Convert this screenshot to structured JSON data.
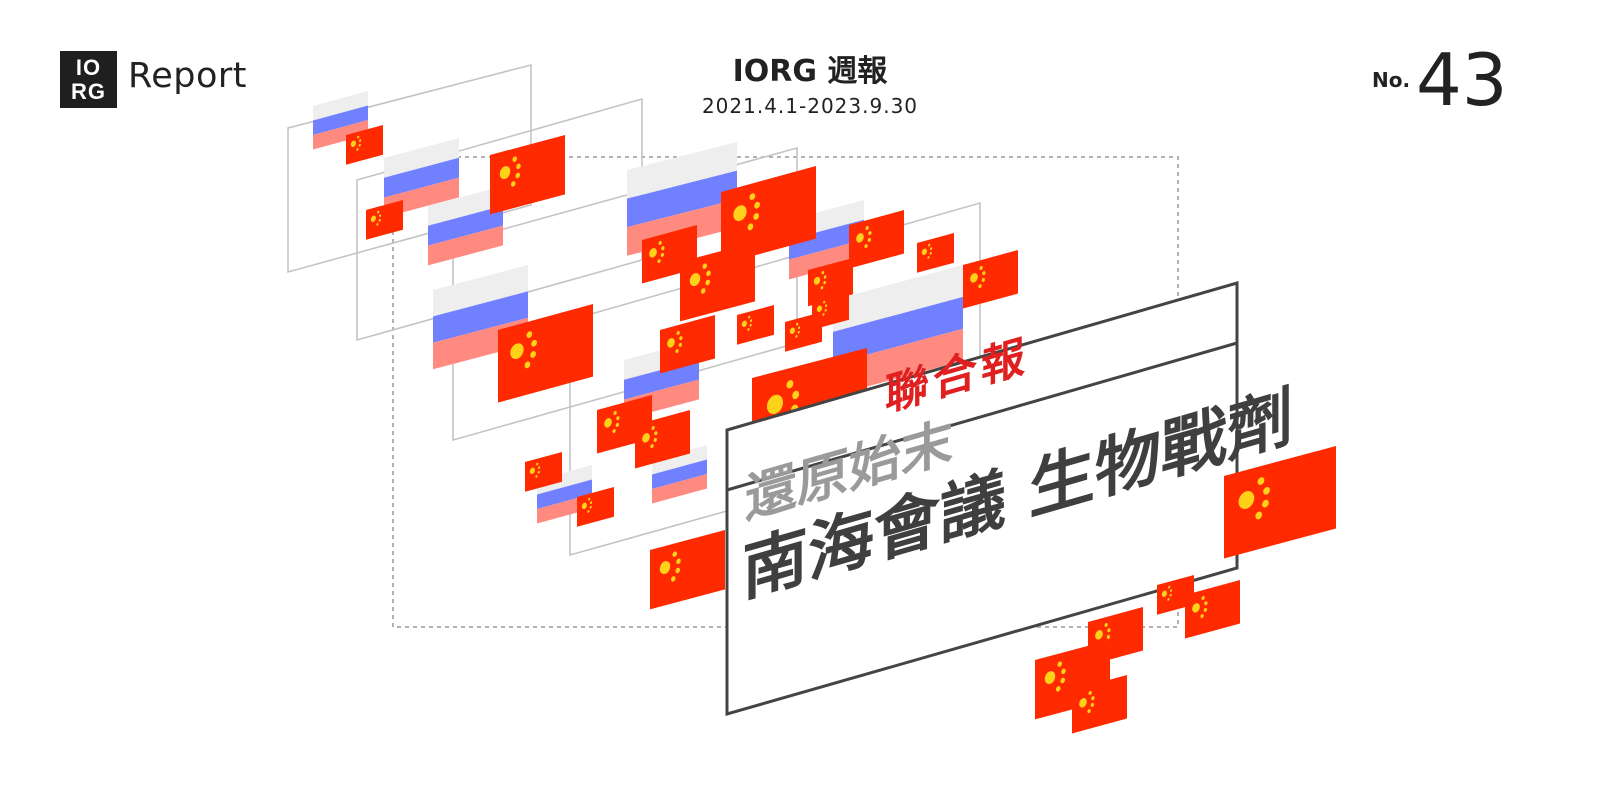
{
  "header": {
    "logo_line1": "IO",
    "logo_line2": "RG",
    "report_word": "Report",
    "title": "IORG 週報",
    "date_range": "2021.4.1-2023.9.30",
    "issue_prefix": "No.",
    "issue_number": "43"
  },
  "card": {
    "masthead": "聯合報",
    "headline_line1": "還原始末",
    "headline_line2": "南海會議 生物戰劑"
  },
  "colors": {
    "flag_red": "#ff2a00",
    "flag_star": "#ffd21a",
    "flag_blue": "#7080ff",
    "flag_pink": "#ff8a80",
    "flag_white": "#eeeeee",
    "masthead_red": "#e02020",
    "headline_gray": "#9a9a9a",
    "headline_dark": "#3f3f3f"
  },
  "icons": {
    "china_flag": "china-flag-icon",
    "russia_flag": "russia-flag-icon"
  }
}
